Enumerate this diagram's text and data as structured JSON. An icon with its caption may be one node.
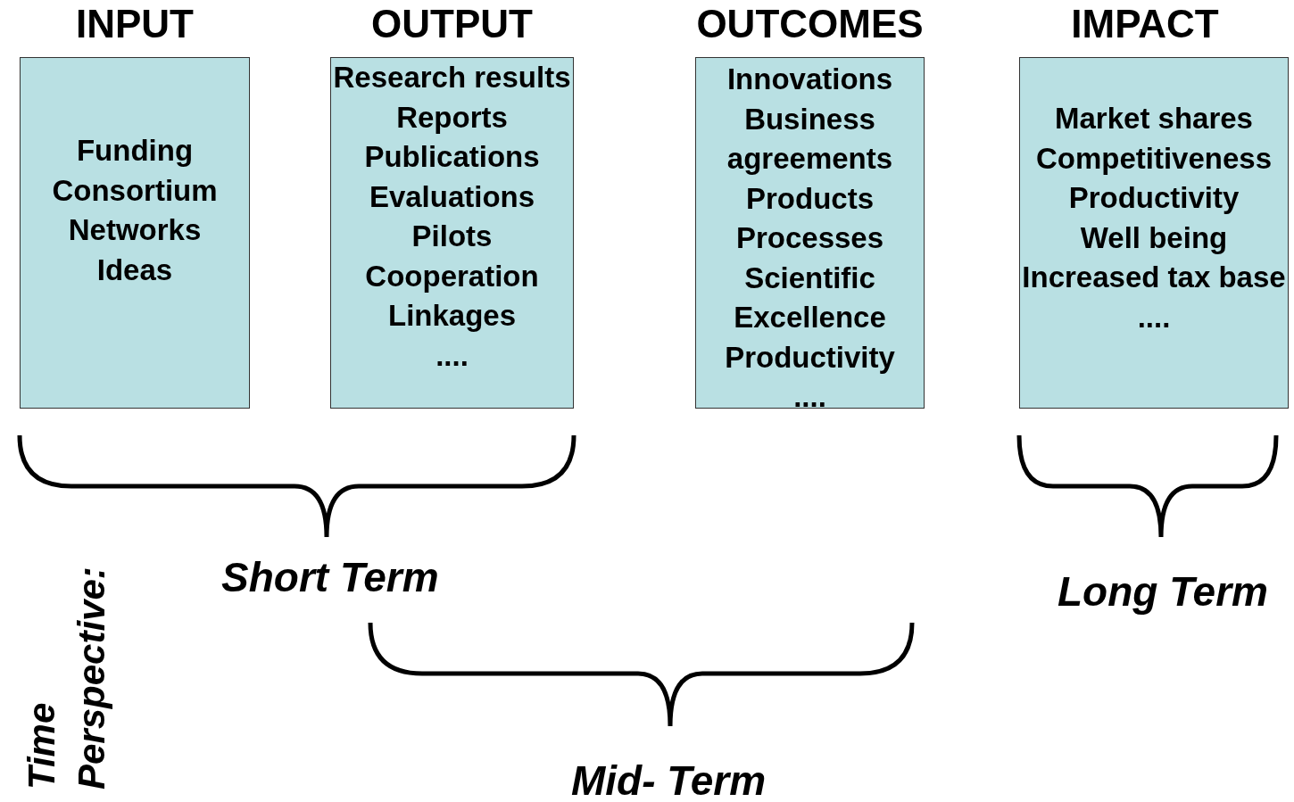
{
  "diagram": {
    "nodes": [
      {
        "text": [
          "INPUT",
          "Funding",
          "Consortium",
          "Networks",
          "Ideas"
        ]
      },
      {
        "text": [
          "OUTPUT",
          "Research results",
          "Reports",
          "Publications",
          "Evaluations",
          "Pilots",
          "Cooperation",
          "Linkages",
          "...."
        ]
      },
      {
        "text": [
          "OUTCOMES",
          "Innovations",
          "Business agreements",
          "Products",
          "Processes",
          "Scientific Excellence",
          "Productivity",
          "...."
        ]
      },
      {
        "text": [
          "IMPACT",
          "Market shares",
          "Competitiveness",
          "Productivity",
          "Well being",
          "Increased tax base",
          "...."
        ]
      }
    ],
    "edges": [],
    "labels": [
      "Short Term",
      "Long Term",
      "Time Perspective:",
      "Mid- Term"
    ]
  }
}
